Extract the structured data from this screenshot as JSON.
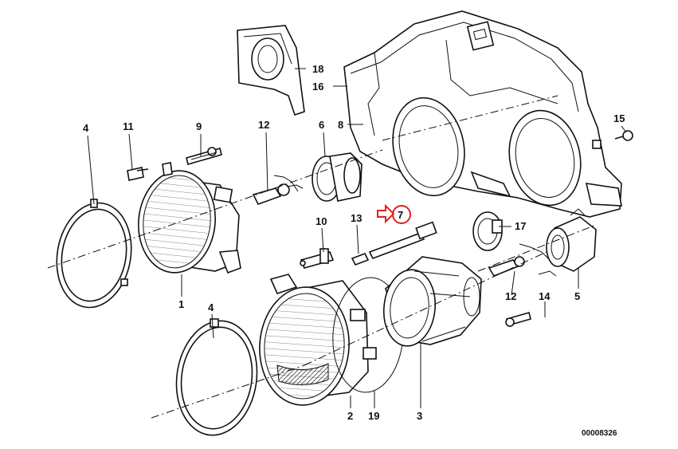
{
  "labels": {
    "l1": "1",
    "l2": "2",
    "l3": "3",
    "l4a": "4",
    "l4b": "4",
    "l5": "5",
    "l6": "6",
    "l7": "7",
    "l8": "8",
    "l9": "9",
    "l10": "10",
    "l11": "11",
    "l12a": "12",
    "l12b": "12",
    "l13": "13",
    "l14": "14",
    "l15": "15",
    "l16": "16",
    "l17": "17",
    "l18": "18",
    "l19": "19"
  },
  "diagram_id": "00008326",
  "colors": {
    "highlight": "#e02020",
    "ink": "#111111"
  }
}
